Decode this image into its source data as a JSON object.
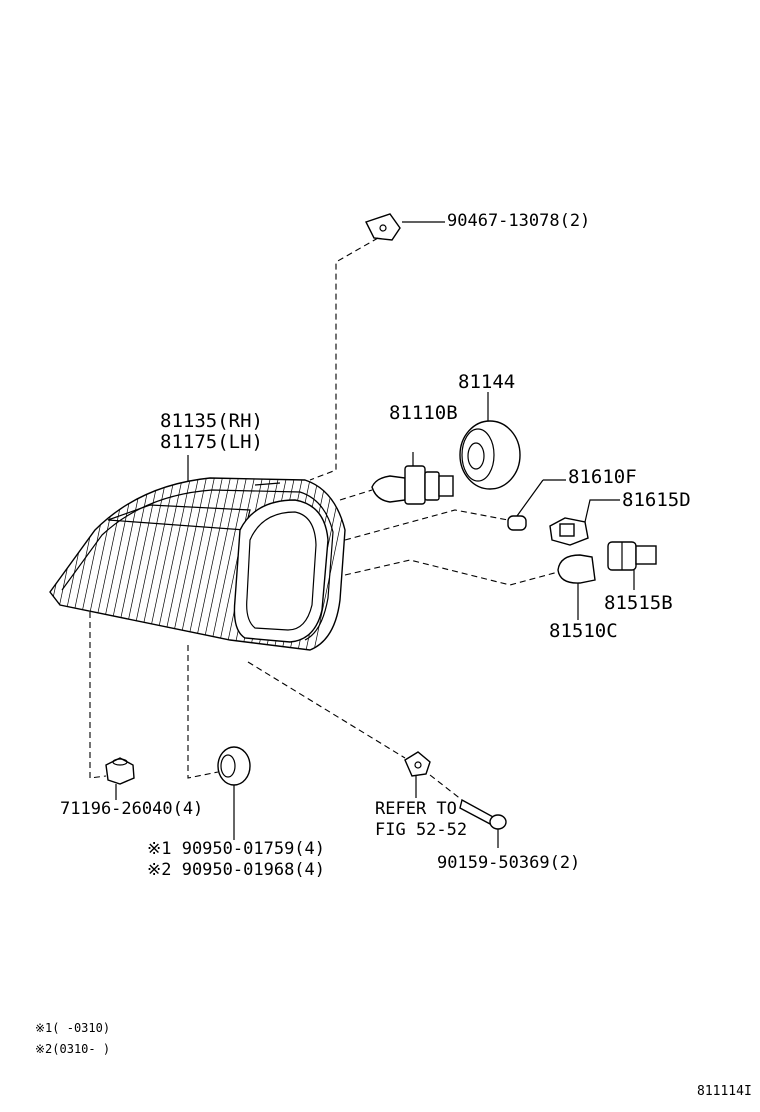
{
  "parts": {
    "clip_top": "90467-13078(2)",
    "housing_rh": "81135(RH)",
    "housing_lh": "81175(LH)",
    "bulb_head": "81110B",
    "socket_cover": "81144",
    "bulb_small": "81610F",
    "socket_small": "81615D",
    "socket_turn": "81515B",
    "bulb_turn": "81510C",
    "clip_bottom": "71196-26040(4)",
    "grommet_1": "※1 90950-01759(4)",
    "grommet_2": "※2 90950-01968(4)",
    "refer_line1": "REFER TO",
    "refer_line2": "FIG 52-52",
    "screw": "90159-50369(2)"
  },
  "notes": {
    "note1": "※1(    -0310)",
    "note2": "※2(0310-    )"
  },
  "figure_id": "811114I"
}
